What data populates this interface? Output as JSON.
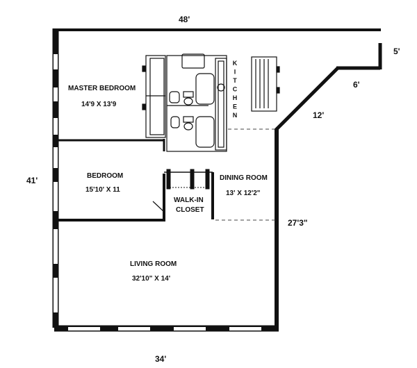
{
  "dimensions": {
    "top": "48'",
    "right_short": "5'",
    "diagonal_short": "6'",
    "diagonal_long": "12'",
    "left": "41'",
    "right": "27'3\"",
    "bottom": "34'"
  },
  "rooms": {
    "master_bedroom": {
      "name": "MASTER BEDROOM",
      "size": "14'9 X 13'9"
    },
    "kitchen": {
      "name": "KITCHEN"
    },
    "bedroom": {
      "name": "BEDROOM",
      "size": "15'10' X 11"
    },
    "dining_room": {
      "name": "DINING ROOM",
      "size": "13' X 12'2\""
    },
    "walk_in_closet": {
      "line1": "WALK-IN",
      "line2": "CLOSET"
    },
    "living_room": {
      "name": "LIVING ROOM",
      "size": "32'10\" X 14'"
    }
  }
}
